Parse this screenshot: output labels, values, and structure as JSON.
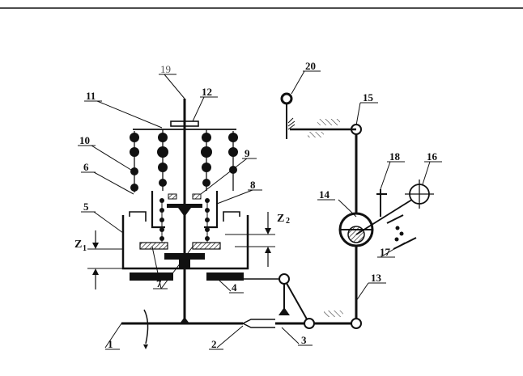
{
  "labels": {
    "l1": "1",
    "l2": "2",
    "l3": "3",
    "l4": "4",
    "l5": "5",
    "l6": "6",
    "l7": "7",
    "l8": "8",
    "l9": "9",
    "l10": "10",
    "l11": "11",
    "l12": "12",
    "l13": "13",
    "l14": "14",
    "l15": "15",
    "l16": "16",
    "l17": "17",
    "l18": "18",
    "l19": "19",
    "l20": "20"
  },
  "dims": {
    "z1": "Z",
    "z1_sub": "1",
    "z2": "Z",
    "z2_sub": "2"
  },
  "colors": {
    "ink": "#111111",
    "hatch": "#222222"
  }
}
